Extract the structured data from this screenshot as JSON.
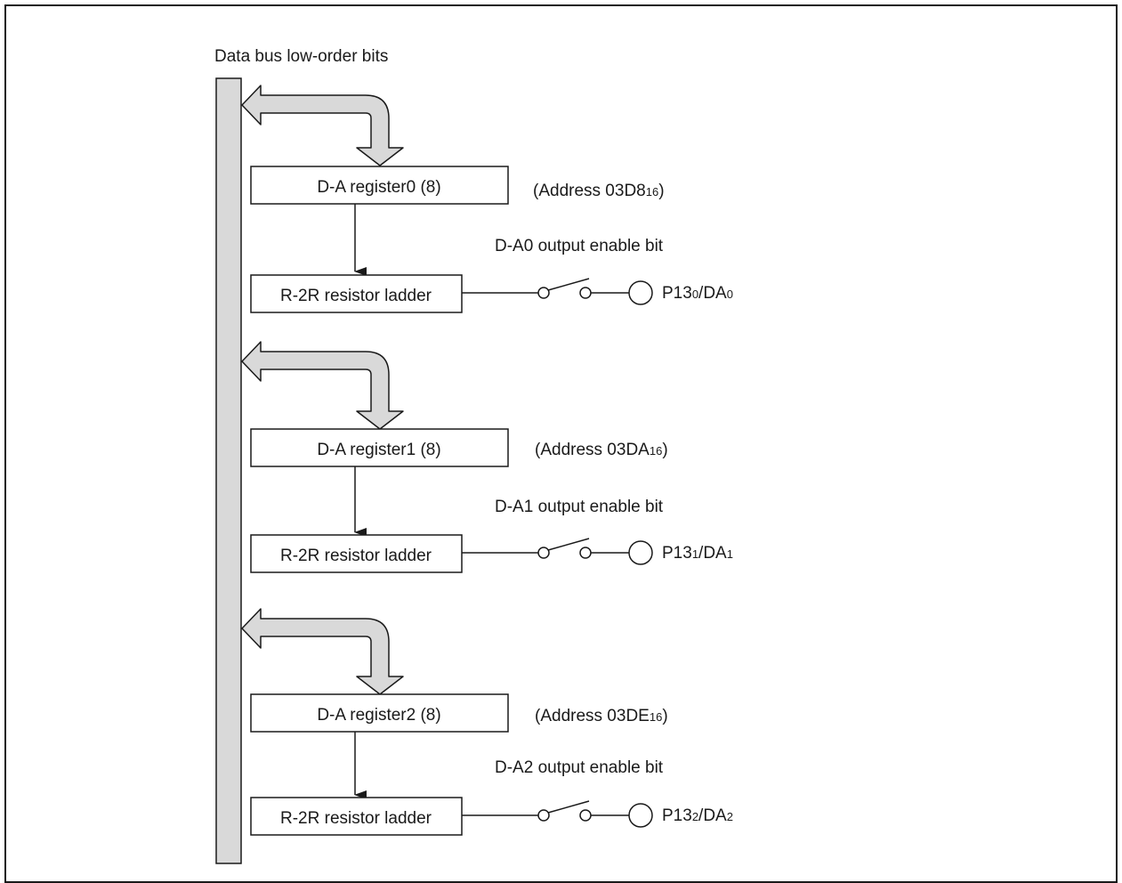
{
  "title": "Data bus low-order bits",
  "channels": [
    {
      "register": "D-A register0 (8)",
      "address": {
        "prefix": "(Address 03D8",
        "sub": "16",
        "suffix": ")"
      },
      "enable_bit": "D-A0 output enable bit",
      "ladder": "R-2R resistor ladder",
      "pin": {
        "a": "P13",
        "a_sub": "0",
        "b": "/DA",
        "b_sub": "0"
      }
    },
    {
      "register": "D-A register1 (8)",
      "address": {
        "prefix": "(Address 03DA",
        "sub": "16",
        "suffix": ")"
      },
      "enable_bit": "D-A1 output enable bit",
      "ladder": "R-2R resistor ladder",
      "pin": {
        "a": "P13",
        "a_sub": "1",
        "b": "/DA",
        "b_sub": "1"
      }
    },
    {
      "register": "D-A register2 (8)",
      "address": {
        "prefix": "(Address 03DE",
        "sub": "16",
        "suffix": ")"
      },
      "enable_bit": "D-A2 output enable bit",
      "ladder": "R-2R resistor ladder",
      "pin": {
        "a": "P13",
        "a_sub": "2",
        "b": "/DA",
        "b_sub": "2"
      }
    }
  ],
  "colors": {
    "bus_fill": "#d9d9d9",
    "stroke": "#1a1a1a",
    "background": "#ffffff"
  }
}
